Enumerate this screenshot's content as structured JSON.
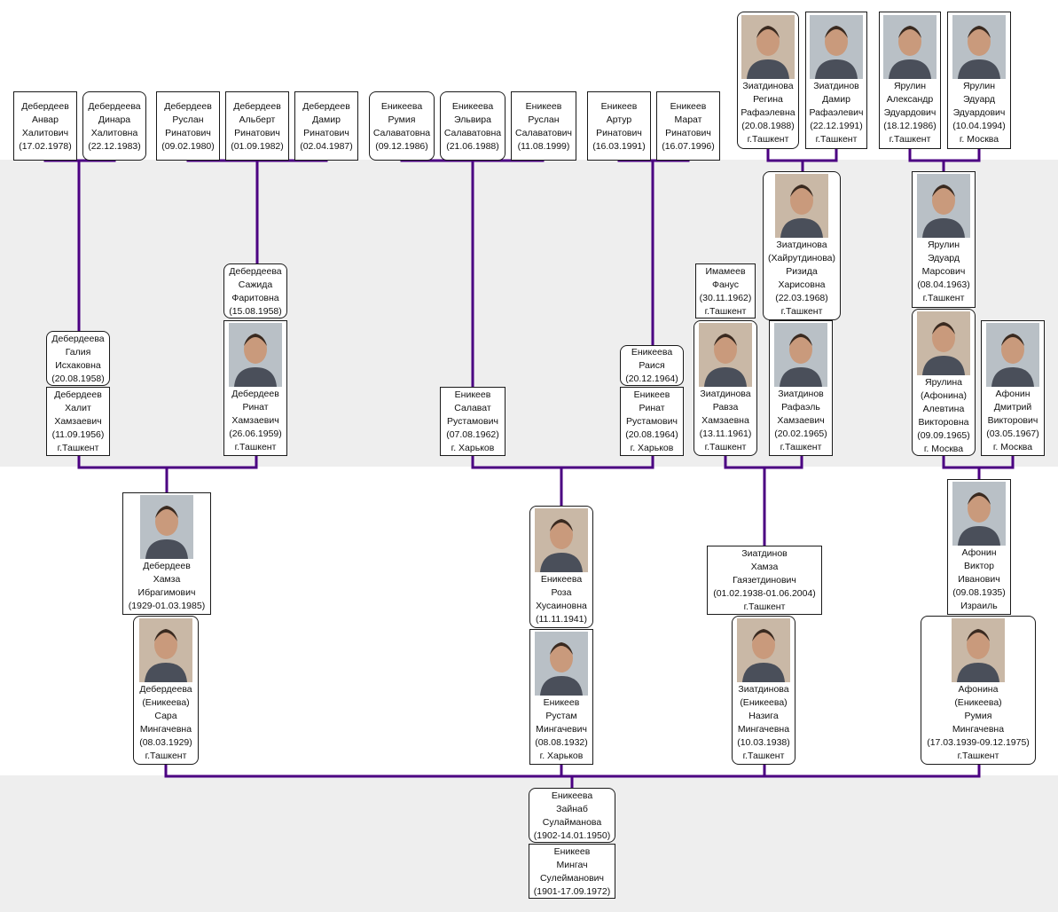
{
  "line_color": "#4b0082",
  "band_color": "#eeeeee",
  "generations": [
    {
      "level": 4,
      "people": [
        {
          "id": "g4_1",
          "sex": "m",
          "photo": false,
          "lines": [
            "Дебердеев",
            "Анвар",
            "Халитович",
            "(17.02.1978)"
          ]
        },
        {
          "id": "g4_2",
          "sex": "f",
          "photo": false,
          "lines": [
            "Дебердеева",
            "Динара",
            "Халитовна",
            "(22.12.1983)"
          ]
        },
        {
          "id": "g4_3",
          "sex": "m",
          "photo": false,
          "lines": [
            "Дебердеев",
            "Руслан",
            "Ринатович",
            "(09.02.1980)"
          ]
        },
        {
          "id": "g4_4",
          "sex": "m",
          "photo": false,
          "lines": [
            "Дебердеев",
            "Альберт",
            "Ринатович",
            "(01.09.1982)"
          ]
        },
        {
          "id": "g4_5",
          "sex": "m",
          "photo": false,
          "lines": [
            "Дебердеев",
            "Дамир",
            "Ринатович",
            "(02.04.1987)"
          ]
        },
        {
          "id": "g4_6",
          "sex": "f",
          "photo": false,
          "lines": [
            "Еникеева",
            "Румия",
            "Салаватовна",
            "(09.12.1986)"
          ]
        },
        {
          "id": "g4_7",
          "sex": "f",
          "photo": false,
          "lines": [
            "Еникеева",
            "Эльвира",
            "Салаватовна",
            "(21.06.1988)"
          ]
        },
        {
          "id": "g4_8",
          "sex": "m",
          "photo": false,
          "lines": [
            "Еникеев",
            "Руслан",
            "Салаватович",
            "(11.08.1999)"
          ]
        },
        {
          "id": "g4_9",
          "sex": "m",
          "photo": false,
          "lines": [
            "Еникеев",
            "Артур",
            "Ринатович",
            "(16.03.1991)"
          ]
        },
        {
          "id": "g4_10",
          "sex": "m",
          "photo": false,
          "lines": [
            "Еникеев",
            "Марат",
            "Ринатович",
            "(16.07.1996)"
          ]
        },
        {
          "id": "g4_11",
          "sex": "f",
          "photo": true,
          "lines": [
            "Зиатдинова",
            "Регина",
            "Рафаэлевна",
            "(20.08.1988)",
            "г.Ташкент"
          ]
        },
        {
          "id": "g4_12",
          "sex": "m",
          "photo": true,
          "lines": [
            "Зиатдинов",
            "Дамир",
            "Рафаэлевич",
            "(22.12.1991)",
            "г.Ташкент"
          ]
        },
        {
          "id": "g4_13",
          "sex": "m",
          "photo": true,
          "lines": [
            "Ярулин",
            "Александр",
            "Эдуардович",
            "(18.12.1986)",
            "г.Ташкент"
          ]
        },
        {
          "id": "g4_14",
          "sex": "m",
          "photo": true,
          "lines": [
            "Ярулин",
            "Эдуард",
            "Эдуардович",
            "(10.04.1994)",
            "г. Москва"
          ]
        }
      ]
    },
    {
      "level": 3,
      "people": [
        {
          "id": "g3_1",
          "sex": "f",
          "photo": false,
          "lines": [
            "Дебердеева",
            "Галия",
            "Исхаковна",
            "(20.08.1958)"
          ]
        },
        {
          "id": "g3_2",
          "sex": "m",
          "photo": false,
          "lines": [
            "Дебердеев",
            "Халит",
            "Хамзаевич",
            "(11.09.1956)",
            "г.Ташкент"
          ]
        },
        {
          "id": "g3_3",
          "sex": "f",
          "photo": false,
          "lines": [
            "Дебердеева",
            "Сажида",
            "Фаритовна",
            "(15.08.1958)"
          ]
        },
        {
          "id": "g3_4",
          "sex": "m",
          "photo": true,
          "lines": [
            "Дебердеев",
            "Ринат",
            "Хамзаевич",
            "(26.06.1959)",
            "г.Ташкент"
          ]
        },
        {
          "id": "g3_5",
          "sex": "m",
          "photo": false,
          "lines": [
            "Еникеев",
            "Салават",
            "Рустамович",
            "(07.08.1962)",
            "г. Харьков"
          ]
        },
        {
          "id": "g3_6",
          "sex": "f",
          "photo": false,
          "lines": [
            "Еникеева",
            "Раися",
            "(20.12.1964)"
          ]
        },
        {
          "id": "g3_7",
          "sex": "m",
          "photo": false,
          "lines": [
            "Еникеев",
            "Ринат",
            "Рустамович",
            "(20.08.1964)",
            "г. Харьков"
          ]
        },
        {
          "id": "g3_8",
          "sex": "m",
          "photo": false,
          "lines": [
            "Имамеев",
            "Фанус",
            "(30.11.1962)",
            "г.Ташкент"
          ]
        },
        {
          "id": "g3_9",
          "sex": "f",
          "photo": true,
          "lines": [
            "Зиатдинова",
            "Равза",
            "Хамзаевна",
            "(13.11.1961)",
            "г.Ташкент"
          ]
        },
        {
          "id": "g3_10",
          "sex": "m",
          "photo": true,
          "lines": [
            "Зиатдинов",
            "Рафаэль",
            "Хамзаевич",
            "(20.02.1965)",
            "г.Ташкент"
          ]
        },
        {
          "id": "g3_11",
          "sex": "f",
          "photo": true,
          "lines": [
            "Зиатдинова",
            "(Хайрутдинова)",
            "Ризида",
            "Харисовна",
            "(22.03.1968)",
            "г.Ташкент"
          ]
        },
        {
          "id": "g3_12",
          "sex": "m",
          "photo": true,
          "lines": [
            "Ярулин",
            "Эдуард",
            "Марсович",
            "(08.04.1963)",
            "г.Ташкент"
          ]
        },
        {
          "id": "g3_13",
          "sex": "f",
          "photo": true,
          "lines": [
            "Ярулина",
            "(Афонина)",
            "Алевтина",
            "Викторовна",
            "(09.09.1965)",
            "г. Москва"
          ]
        },
        {
          "id": "g3_14",
          "sex": "m",
          "photo": true,
          "lines": [
            "Афонин",
            "Дмитрий",
            "Викторович",
            "(03.05.1967)",
            "г. Москва"
          ]
        }
      ]
    },
    {
      "level": 2,
      "people": [
        {
          "id": "g2_1",
          "sex": "m",
          "photo": true,
          "lines": [
            "Дебердеев",
            "Хамза",
            "Ибрагимович",
            "(1929-01.03.1985)"
          ]
        },
        {
          "id": "g2_2",
          "sex": "f",
          "photo": true,
          "lines": [
            "Дебердеева",
            "(Еникеева)",
            "Сара",
            "Мингачевна",
            "(08.03.1929)",
            "г.Ташкент"
          ]
        },
        {
          "id": "g2_3",
          "sex": "f",
          "photo": true,
          "lines": [
            "Еникеева",
            "Роза",
            "Хусаиновна",
            "(11.11.1941)"
          ]
        },
        {
          "id": "g2_4",
          "sex": "m",
          "photo": true,
          "lines": [
            "Еникеев",
            "Рустам",
            "Мингачевич",
            "(08.08.1932)",
            "г. Харьков"
          ]
        },
        {
          "id": "g2_5",
          "sex": "m",
          "photo": false,
          "lines": [
            "Зиатдинов",
            "Хамза",
            "Гаязетдинович",
            "(01.02.1938-01.06.2004)",
            "г.Ташкент"
          ]
        },
        {
          "id": "g2_6",
          "sex": "f",
          "photo": true,
          "lines": [
            "Зиатдинова",
            "(Еникеева)",
            "Назига",
            "Мингачевна",
            "(10.03.1938)",
            "г.Ташкент"
          ]
        },
        {
          "id": "g2_7",
          "sex": "m",
          "photo": true,
          "lines": [
            "Афонин",
            "Виктор",
            "Иванович",
            "(09.08.1935)",
            "Израиль"
          ]
        },
        {
          "id": "g2_8",
          "sex": "f",
          "photo": true,
          "lines": [
            "Афонина",
            "(Еникеева)",
            "Румия",
            "Мингачевна",
            "(17.03.1939-09.12.1975)",
            "г.Ташкент"
          ]
        }
      ]
    },
    {
      "level": 1,
      "people": [
        {
          "id": "g1_1",
          "sex": "f",
          "photo": false,
          "lines": [
            "Еникеева",
            "Зайнаб",
            "Сулайманова",
            "(1902-14.01.1950)"
          ]
        },
        {
          "id": "g1_2",
          "sex": "m",
          "photo": false,
          "lines": [
            "Еникеев",
            "Мингач",
            "Сулейманович",
            "(1901-17.09.1972)"
          ]
        }
      ]
    }
  ]
}
